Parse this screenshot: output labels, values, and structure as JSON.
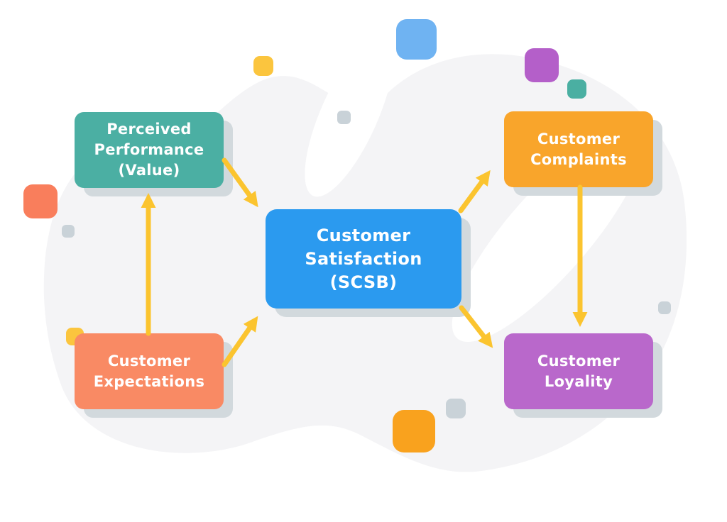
{
  "diagram": {
    "type": "flowchart",
    "description": "Customer satisfaction model diagram"
  },
  "nodes": [
    {
      "id": "perceived-performance",
      "label": "Perceived Performance (Value)",
      "lines": [
        "Perceived",
        "Performance",
        "(Value)"
      ],
      "color": "#4BAFA3"
    },
    {
      "id": "customer-expectations",
      "label": "Customer Expectations",
      "lines": [
        "Customer",
        "Expectations"
      ],
      "color": "#F98A64"
    },
    {
      "id": "customer-satisfaction",
      "label": "Customer Satisfaction (SCSB)",
      "lines": [
        "Customer",
        "Satisfaction",
        "(SCSB)"
      ],
      "color": "#2B9AEF"
    },
    {
      "id": "customer-complaints",
      "label": "Customer Complaints",
      "lines": [
        "Customer",
        "Complaints"
      ],
      "color": "#F9A52B"
    },
    {
      "id": "customer-loyalty",
      "label": "Customer Loyality",
      "lines": [
        "Customer",
        "Loyality"
      ],
      "color": "#B968CB"
    }
  ],
  "edges": [
    {
      "from": "customer-expectations",
      "to": "perceived-performance"
    },
    {
      "from": "perceived-performance",
      "to": "customer-satisfaction"
    },
    {
      "from": "customer-expectations",
      "to": "customer-satisfaction"
    },
    {
      "from": "customer-satisfaction",
      "to": "customer-complaints"
    },
    {
      "from": "customer-satisfaction",
      "to": "customer-loyalty"
    },
    {
      "from": "customer-complaints",
      "to": "customer-loyalty"
    }
  ],
  "decorations": [
    {
      "name": "yellow-square-top-left",
      "color": "#FBC53E"
    },
    {
      "name": "blue-square-top-center",
      "color": "#6FB3F2"
    },
    {
      "name": "purple-square-top-right",
      "color": "#B45FC9"
    },
    {
      "name": "teal-square-top-right",
      "color": "#4AAFA2"
    },
    {
      "name": "gray-square-upper-center",
      "color": "#C9D2D8"
    },
    {
      "name": "salmon-square-left",
      "color": "#F97E5C"
    },
    {
      "name": "gray-square-left",
      "color": "#C9D2D8"
    },
    {
      "name": "yellow-square-behind-expectations",
      "color": "#FBC53E"
    },
    {
      "name": "orange-square-bottom-center",
      "color": "#F9A21E"
    },
    {
      "name": "gray-square-bottom-center",
      "color": "#C9D2D8"
    },
    {
      "name": "gray-square-right",
      "color": "#C9D2D8"
    }
  ],
  "colors": {
    "page": "#FFFFFF",
    "blob": "#F4F4F6",
    "shadow": "#D2D9DD",
    "arrow": "#FBC42F",
    "node_text": "#FFFFFF"
  }
}
